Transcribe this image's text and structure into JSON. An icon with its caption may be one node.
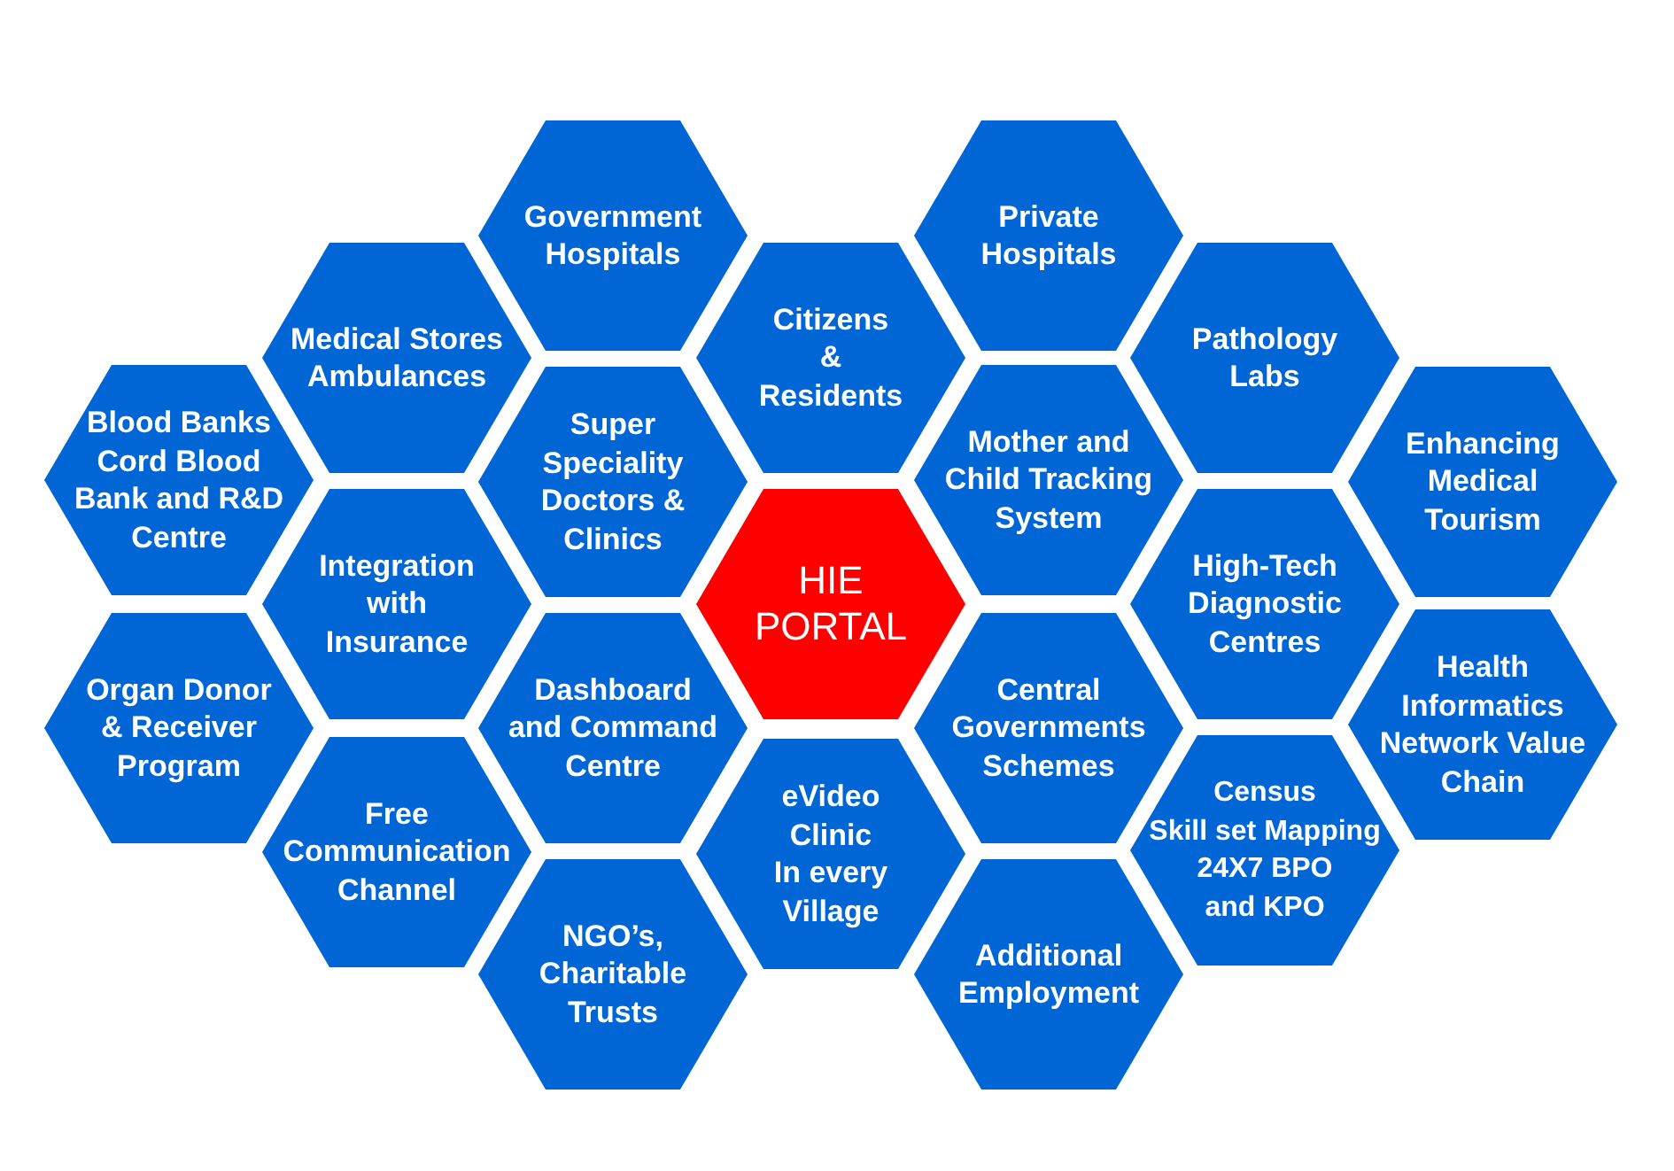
{
  "diagram": {
    "nodes": [
      {
        "text": [
          "Government Hospitals"
        ]
      },
      {
        "text": [
          "Private Hospitals"
        ]
      },
      {
        "text": [
          "Medical Stores Ambulances"
        ]
      },
      {
        "text": [
          "Citizens & Residents"
        ]
      },
      {
        "text": [
          "Pathology Labs"
        ]
      },
      {
        "text": [
          "Blood Banks Cord Blood Bank and R&D Centre"
        ]
      },
      {
        "text": [
          "Super Speciality Doctors & Clinics"
        ]
      },
      {
        "text": [
          "Mother and Child Tracking System"
        ]
      },
      {
        "text": [
          "Enhancing Medical Tourism"
        ]
      },
      {
        "text": [
          "Integration with Insurance"
        ]
      },
      {
        "text": [
          "HIE PORTAL"
        ]
      },
      {
        "text": [
          "High-Tech Diagnostic Centres"
        ]
      },
      {
        "text": [
          "Organ Donor & Receiver Program"
        ]
      },
      {
        "text": [
          "Dashboard and Command Centre"
        ]
      },
      {
        "text": [
          "Central Governments Schemes"
        ]
      },
      {
        "text": [
          "Health Informatics Network Value Chain"
        ]
      },
      {
        "text": [
          "Free Communication Channel"
        ]
      },
      {
        "text": [
          "eVideo Clinic In every Village"
        ]
      },
      {
        "text": [
          "Census Skill set Mapping 24X7 BPO and KPO"
        ]
      },
      {
        "text": [
          "NGO’s, Charitable Trusts"
        ]
      },
      {
        "text": [
          "Additional Employment"
        ]
      }
    ]
  }
}
